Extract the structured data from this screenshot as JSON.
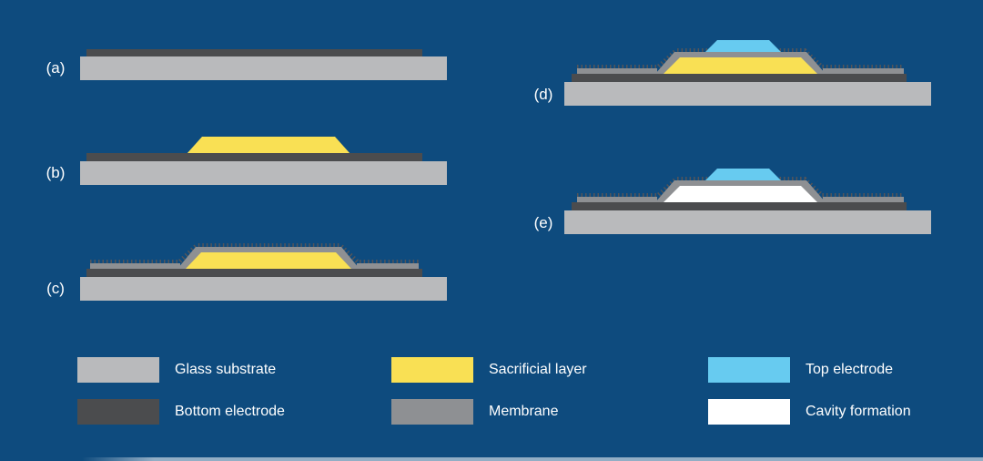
{
  "colors": {
    "background": "#0E4B7E",
    "glass_substrate": "#B9BABC",
    "bottom_electrode": "#4B4C4E",
    "sacrificial_layer": "#F9E054",
    "membrane": "#8E9093",
    "top_electrode": "#67CBF0",
    "cavity": "#FFFFFF",
    "hatch": "#54555A",
    "text": "#FFFFFF"
  },
  "steps": [
    {
      "label": "(a)",
      "layers": [
        "Glass substrate",
        "Bottom electrode"
      ]
    },
    {
      "label": "(b)",
      "layers": [
        "Glass substrate",
        "Bottom electrode",
        "Sacrificial layer"
      ]
    },
    {
      "label": "(c)",
      "layers": [
        "Glass substrate",
        "Bottom electrode",
        "Sacrificial layer",
        "Membrane"
      ]
    },
    {
      "label": "(d)",
      "layers": [
        "Glass substrate",
        "Bottom electrode",
        "Sacrificial layer",
        "Membrane",
        "Top electrode"
      ]
    },
    {
      "label": "(e)",
      "layers": [
        "Glass substrate",
        "Bottom electrode",
        "Membrane",
        "Top electrode",
        "Cavity formation"
      ]
    }
  ],
  "legend": [
    {
      "label": "Glass substrate"
    },
    {
      "label": "Bottom electrode"
    },
    {
      "label": "Sacrificial layer"
    },
    {
      "label": "Membrane"
    },
    {
      "label": "Top electrode"
    },
    {
      "label": "Cavity formation"
    }
  ]
}
